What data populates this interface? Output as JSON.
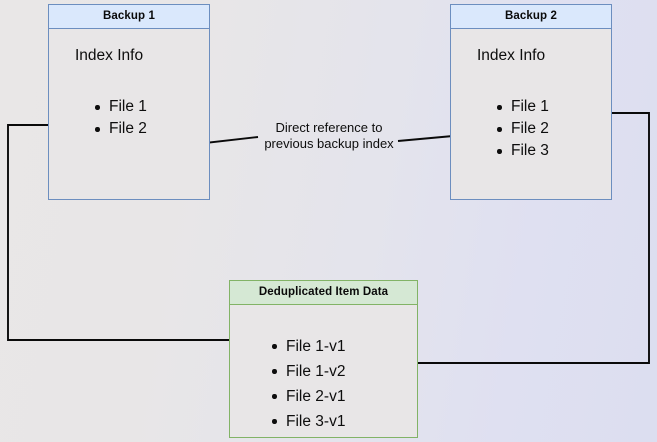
{
  "diagram": {
    "title_present": false,
    "background": {
      "from": "#e9e7e7",
      "to": "#dcdef0"
    },
    "colors": {
      "blue_border": "#6c8ebf",
      "blue_header": "#dae8fc",
      "green_border": "#82b366",
      "green_header": "#d5e8d4",
      "body_fill": "#e8e6e7",
      "edge": "#0a0a0a",
      "text": "#0d0d0d"
    },
    "nodes": {
      "backup1": {
        "header": "Backup 1",
        "section_title": "Index Info",
        "items": [
          "File 1",
          "File 2"
        ]
      },
      "backup2": {
        "header": "Backup 2",
        "section_title": "Index Info",
        "items": [
          "File 1",
          "File 2",
          "File 3"
        ]
      },
      "dedup": {
        "header": "Deduplicated Item Data",
        "items": [
          "File 1-v1",
          "File 1-v2",
          "File 2-v1",
          "File 3-v1"
        ]
      }
    },
    "edge_labels": {
      "direct_reference": {
        "line1": "Direct reference to",
        "line2": "previous backup index"
      }
    },
    "edges": [
      {
        "name": "backup2-index-to-backup1-index",
        "from": "Backup 2 : File 2",
        "to": "Backup 1 : File 2",
        "label": "Direct reference to previous backup index",
        "arrowhead": "end"
      },
      {
        "name": "backup1-file1-to-dedup-file1v1",
        "from": "Backup 1 : File 1",
        "to": "Deduplicated Item Data : File 1-v1",
        "arrowhead": "end"
      },
      {
        "name": "backup2-file1-to-dedup-file1v2",
        "from": "Backup 2 : File 1",
        "to": "Deduplicated Item Data : File 1-v2",
        "arrowhead": "end"
      }
    ]
  }
}
